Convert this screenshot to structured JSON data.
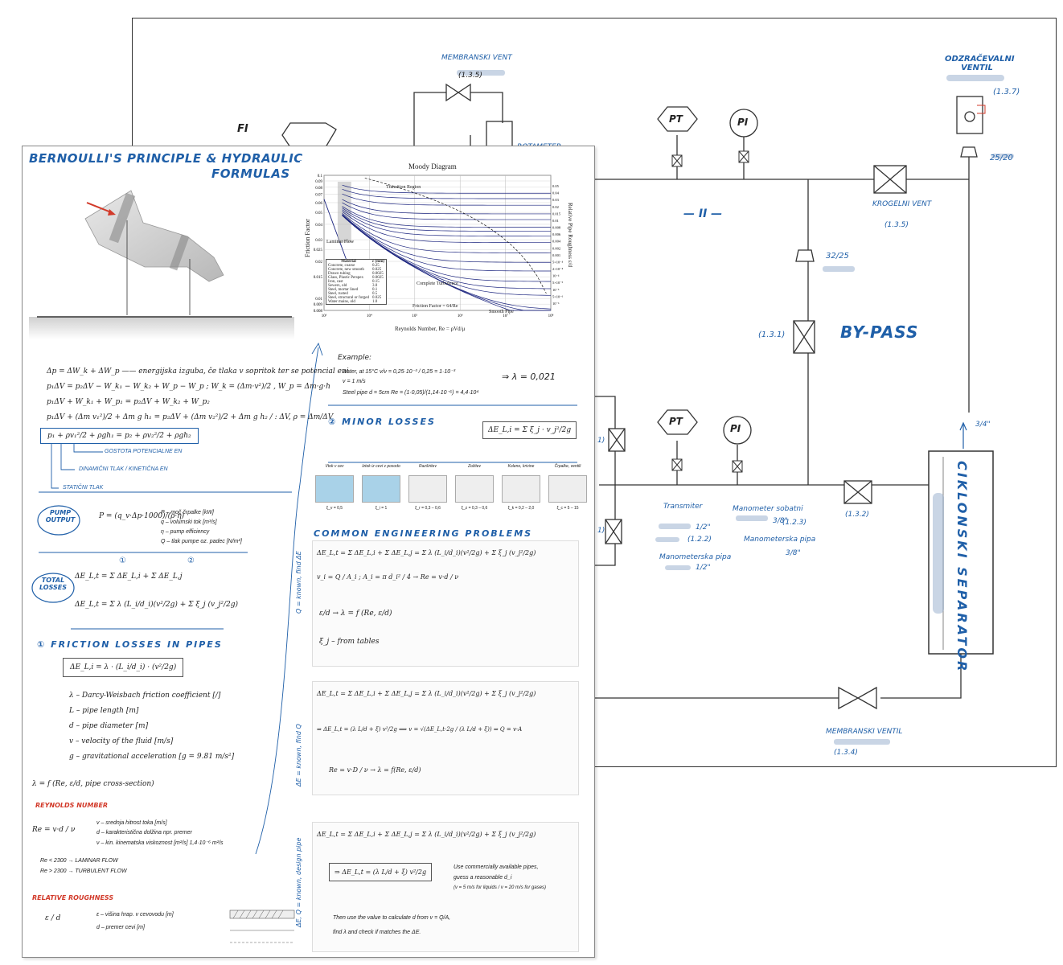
{
  "pid": {
    "instruments": {
      "fi": "FI",
      "pt_top": "PT",
      "pi_top": "PI",
      "pt_bottom": "PT",
      "pi_bottom": "PI"
    },
    "labels": {
      "membrane_valve_top": "MEMBRANSKI VENT",
      "membrane_valve_top_code": "(1.3.5)",
      "rotameter": "ROTAMETER",
      "relief_valve": "ODZRAČEVALNI VENTIL",
      "relief_valve_code": "(1.3.7)",
      "relief_size": "25/20",
      "ball_valve": "KROGELNI VENT",
      "ball_valve_code": "(1.3.5)",
      "parallel_mark": "— II —",
      "reducer_size": "32/25",
      "bypass": "BY-PASS",
      "bypass_valve_code": "(1.3.1)",
      "flow_size": "3/4\"",
      "cyclone": "CIKLONSKI SEPARATOR",
      "transmitter": "Transmiter",
      "transmitter_code": "(1.2.2)",
      "transmitter_size": "1/2\"",
      "manometer_pipe": "Manometerska pipa",
      "manometer_pipe_size": "1/2\"",
      "manometer_gauge": "Manometer sobatni",
      "manometer_gauge_size": "3/8\"",
      "manometer_gauge_code": "(1.2.3)",
      "manometer_pipe2": "Manometerska pipa",
      "manometer_pipe2_size": "3/8\"",
      "valve_right_code": "(1.3.2)",
      "membrane_valve_bottom": "MEMBRANSKI VENTIL",
      "membrane_valve_bottom_code": "(1.3.4)",
      "left_mark_1": "1)",
      "left_mark_2": "1)"
    }
  },
  "notes": {
    "title_line1": "BERNOULLI'S PRINCIPLE & HYDRAULIC",
    "title_line2": "FORMULAS",
    "bernoulli": {
      "line1": "Δp = ΔW_k + ΔW_p  —— energijska izguba, če tlaka v sopritok ter se potencial eni",
      "line2": "p₁ΔV = p₂ΔV − W_k₁ − W_k₂ + W_p − W_p    ;  W_k = (Δm·v²)/2 ,  W_p = Δm·g·h",
      "line3": "p₁ΔV + W_k₁ + W_p₁ = p₂ΔV + W_k₂ + W_p₂",
      "line4": "p₁ΔV + (Δm v₁²)/2 + Δm g h₁ = p₂ΔV + (Δm v₂²)/2 + Δm g h₂   / : ΔV,  ρ = Δm/ΔV",
      "boxed": "p₁ + ρv₁²/2 + ρgh₁ = p₂ + ρv₂²/2 + ρgh₂",
      "ann1": "GOSTOTA POTENCIALNE EN",
      "ann2": "DINAMIČNI TLAK / KINETIČNA EN",
      "ann3": "STATIČNI TLAK"
    },
    "pump": {
      "tag": "PUMP OUTPUT",
      "formula": "P = (q_v·Δp·1000)/(ρ·η)",
      "legend1": "P – moč črpalke [kW]",
      "legend2": "q – volumski tok [m³/s]",
      "legend3": "η – pump efficiency",
      "legend4": "Q – tlak pumpe oz. padec [N/m²]"
    },
    "total": {
      "tag": "TOTAL LOSSES",
      "eq1": "ΔE_L,t = Σ ΔE_L,i + Σ ΔE_L,j",
      "eq2": "ΔE_L,t = Σ λ (L_i/d_i)(v²/2g) + Σ ξ_j (v_j²/2g)",
      "n1": "①",
      "n2": "②"
    },
    "friction": {
      "heading": "① FRICTION LOSSES IN PIPES",
      "boxed": "ΔE_L,i = λ · (L_i/d_i) · (v²/2g)",
      "def1": "λ – Darcy-Weisbach friction coefficient [/]",
      "def2": "L – pipe length [m]",
      "def3": "d – pipe diameter [m]",
      "def4": "v – velocity of the fluid [m/s]",
      "def5": "g – gravitational acceleration [g = 9.81 m/s²]",
      "lambda": "λ = f (Re, ε/d, pipe cross-section)"
    },
    "reynolds": {
      "heading": "REYNOLDS NUMBER",
      "formula": "Re = v·d / ν",
      "def1": "v – srednja hitrost toka [m/s]",
      "def2": "d – karakteristična dolžina npr. premer",
      "def3": "ν – kin. kinematska viskoznost [m²/s]  1,4·10⁻⁶ m²/s",
      "lam": "Re < 2300 → LAMINAR FLOW",
      "turb": "Re > 2300 → TURBULENT FLOW"
    },
    "roughness": {
      "heading": "RELATIVE ROUGHNESS",
      "formula": "ε / d",
      "def1": "ε – višina hrap. v cevovodu [m]",
      "def2": "d – premer cevi [m]"
    },
    "example": {
      "head": "Example:",
      "line1": "water, at 15°C   v/ν = 0,25·10⁻³ / 0,25 = 1·10⁻³",
      "line2": "v = 1 m/s",
      "line3": "Steel pipe d = 5cm   Re = (1·0,05)/(1,14·10⁻⁶) = 4,4·10⁴",
      "result": "⇒ λ = 0,021"
    },
    "minor": {
      "heading": "② MINOR LOSSES",
      "formula": "ΔE_L,i = Σ ξ_j · v_j²/2g",
      "fittings": [
        {
          "name": "Vtok v cev",
          "coef": "ξ_v = 0,5"
        },
        {
          "name": "Iztok iz cevi v posodo",
          "coef": "ξ_i = 1"
        },
        {
          "name": "Razširitev",
          "coef": "ξ_r = 0,3 – 0,6"
        },
        {
          "name": "Zožitev",
          "coef": "ξ_z = 0,3 – 0,6"
        },
        {
          "name": "Koleno, krivine",
          "coef": "ξ_k = 0,2 – 2,0"
        },
        {
          "name": "Črpalke, ventili",
          "coef": "ξ_c = 5 – 15"
        }
      ]
    },
    "problems": {
      "heading": "COMMON ENGINEERING PROBLEMS",
      "side1": "Q = known, find ΔE",
      "side2": "ΔE = known, find Q",
      "side3": "ΔE, Q = known, design pipe",
      "p1_eq": "ΔE_L,t = Σ ΔE_L,i + Σ ΔE_L,j = Σ λ (L_i/d_i)(v²/2g) + Σ ξ_j (v_j²/2g)",
      "p1_v": "v_i = Q / A_i ;  A_i = π d_i² / 4   →   Re = v·d / ν",
      "p1_eps": "ε/d   →   λ = f (Re, ε/d)",
      "p1_xi": "ξ_j – from tables",
      "p2_eq": "ΔE_L,t = Σ ΔE_L,i + Σ ΔE_L,j = Σ λ (L_i/d_i)(v²/2g) + Σ ξ_j (v_j²/2g)",
      "p2_solve": "⇒ ΔE_L,t = (λ L/d + ξ) v²/2g   ⟹   v = √(ΔE_L,t·2g / (λ L/d + ξ))   ⇒ Q = v·A",
      "p2_iter": "Re = v·D / ν  →  λ = f(Re, ε/d)",
      "p3_eq": "ΔE_L,t = Σ ΔE_L,i + Σ ΔE_L,j = Σ λ (L_i/d_i)(v²/2g) + Σ ξ_j (v_j²/2g)",
      "p3_solve": "⇒ ΔE_L,t = (λ L/d + ξ) v²/2g",
      "p3_note1": "Use commercially available pipes,",
      "p3_note2": "guess a reasonable d_i",
      "p3_note3": "(v = 5 m/s for liquids / v = 20 m/s for gases)",
      "p3_then": "Then use the value to calculate d from v = Q/A,",
      "p3_then2": "find λ and check if matches the ΔE."
    },
    "moody": {
      "title": "Moody Diagram",
      "xlabel": "Reynolds Number, Re = ρVd/μ",
      "ylabel": "Friction Factor",
      "ylabel_right": "Relative Pipe Roughness ε/d",
      "transition": "Transition Region",
      "laminar": "Laminar Flow",
      "turbulence": "Complete Turbulence",
      "smooth": "Smooth Pipe",
      "eqn": "Friction Factor = 64/Re",
      "y_ticks": [
        "0.1",
        "0.09",
        "0.08",
        "0.07",
        "0.06",
        "0.05",
        "0.04",
        "0.03",
        "0.025",
        "0.02",
        "0.015",
        "0.01",
        "0.009",
        "0.008"
      ],
      "x_ticks": [
        "10³",
        "10⁴",
        "10⁵",
        "10⁶",
        "10⁷",
        "10⁸"
      ],
      "right_ticks": [
        "0.05",
        "0.04",
        "0.03",
        "0.02",
        "0.015",
        "0.01",
        "0.008",
        "0.006",
        "0.004",
        "0.002",
        "0.001",
        "5×10⁻⁴",
        "2×10⁻⁴",
        "10⁻⁴",
        "5×10⁻⁵",
        "10⁻⁵",
        "5×10⁻⁶",
        "10⁻⁶"
      ],
      "material_header": [
        "Material",
        "ε (mm)"
      ],
      "materials": [
        [
          "Concrete, coarse",
          "0.25"
        ],
        [
          "Concrete, new smooth",
          "0.025"
        ],
        [
          "Drawn tubing",
          "0.0025"
        ],
        [
          "Glass, Plastic Perspex",
          "0.0025"
        ],
        [
          "Iron, cast",
          "0.15"
        ],
        [
          "Sewers, old",
          "3.0"
        ],
        [
          "Steel, mortar lined",
          "0.1"
        ],
        [
          "Steel, rusted",
          "0.5"
        ],
        [
          "Steel, structural or forged",
          "0.025"
        ],
        [
          "Water mains, old",
          "1.0"
        ]
      ]
    }
  }
}
